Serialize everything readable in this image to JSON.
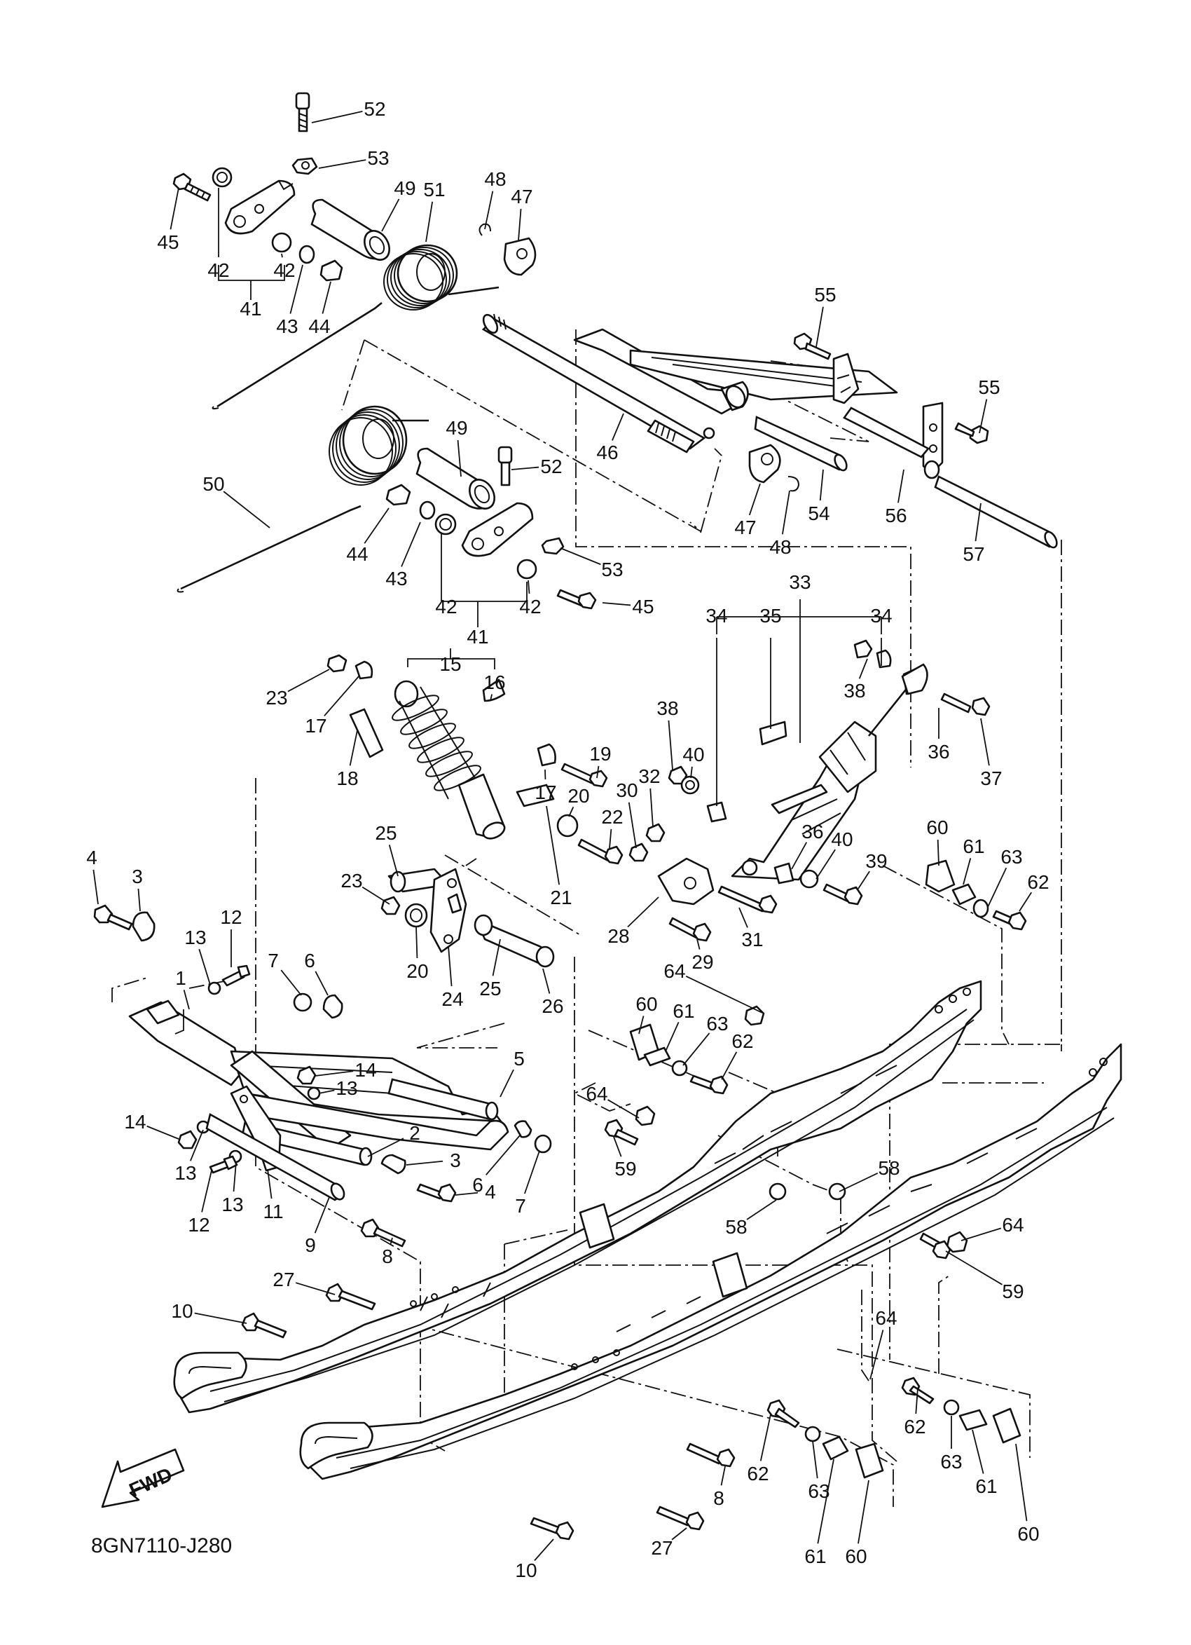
{
  "diagram_code": "8GN7110-J280",
  "fwd_label": "FWD",
  "callouts": [
    {
      "n": "52"
    },
    {
      "n": "53"
    },
    {
      "n": "45"
    },
    {
      "n": "42"
    },
    {
      "n": "42"
    },
    {
      "n": "41"
    },
    {
      "n": "43"
    },
    {
      "n": "44"
    },
    {
      "n": "49"
    },
    {
      "n": "51"
    },
    {
      "n": "48"
    },
    {
      "n": "47"
    },
    {
      "n": "55"
    },
    {
      "n": "55"
    },
    {
      "n": "46"
    },
    {
      "n": "47"
    },
    {
      "n": "48"
    },
    {
      "n": "54"
    },
    {
      "n": "56"
    },
    {
      "n": "57"
    },
    {
      "n": "49"
    },
    {
      "n": "50"
    },
    {
      "n": "52"
    },
    {
      "n": "44"
    },
    {
      "n": "43"
    },
    {
      "n": "53"
    },
    {
      "n": "42"
    },
    {
      "n": "42"
    },
    {
      "n": "45"
    },
    {
      "n": "41"
    },
    {
      "n": "33"
    },
    {
      "n": "34"
    },
    {
      "n": "35"
    },
    {
      "n": "34"
    },
    {
      "n": "38"
    },
    {
      "n": "36"
    },
    {
      "n": "37"
    },
    {
      "n": "15"
    },
    {
      "n": "16"
    },
    {
      "n": "23"
    },
    {
      "n": "17"
    },
    {
      "n": "18"
    },
    {
      "n": "19"
    },
    {
      "n": "17"
    },
    {
      "n": "38"
    },
    {
      "n": "40"
    },
    {
      "n": "32"
    },
    {
      "n": "30"
    },
    {
      "n": "20"
    },
    {
      "n": "22"
    },
    {
      "n": "21"
    },
    {
      "n": "36"
    },
    {
      "n": "40"
    },
    {
      "n": "39"
    },
    {
      "n": "60"
    },
    {
      "n": "61"
    },
    {
      "n": "63"
    },
    {
      "n": "62"
    },
    {
      "n": "25"
    },
    {
      "n": "23"
    },
    {
      "n": "20"
    },
    {
      "n": "24"
    },
    {
      "n": "25"
    },
    {
      "n": "26"
    },
    {
      "n": "28"
    },
    {
      "n": "31"
    },
    {
      "n": "29"
    },
    {
      "n": "4"
    },
    {
      "n": "3"
    },
    {
      "n": "12"
    },
    {
      "n": "13"
    },
    {
      "n": "7"
    },
    {
      "n": "6"
    },
    {
      "n": "1"
    },
    {
      "n": "14"
    },
    {
      "n": "13"
    },
    {
      "n": "5"
    },
    {
      "n": "14"
    },
    {
      "n": "13"
    },
    {
      "n": "2"
    },
    {
      "n": "3"
    },
    {
      "n": "4"
    },
    {
      "n": "6"
    },
    {
      "n": "7"
    },
    {
      "n": "12"
    },
    {
      "n": "13"
    },
    {
      "n": "11"
    },
    {
      "n": "9"
    },
    {
      "n": "60"
    },
    {
      "n": "61"
    },
    {
      "n": "63"
    },
    {
      "n": "62"
    },
    {
      "n": "64"
    },
    {
      "n": "64"
    },
    {
      "n": "59"
    },
    {
      "n": "58"
    },
    {
      "n": "58"
    },
    {
      "n": "64"
    },
    {
      "n": "59"
    },
    {
      "n": "8"
    },
    {
      "n": "27"
    },
    {
      "n": "10"
    },
    {
      "n": "64"
    },
    {
      "n": "62"
    },
    {
      "n": "62"
    },
    {
      "n": "63"
    },
    {
      "n": "63"
    },
    {
      "n": "61"
    },
    {
      "n": "61"
    },
    {
      "n": "60"
    },
    {
      "n": "60"
    },
    {
      "n": "8"
    },
    {
      "n": "27"
    },
    {
      "n": "10"
    }
  ]
}
